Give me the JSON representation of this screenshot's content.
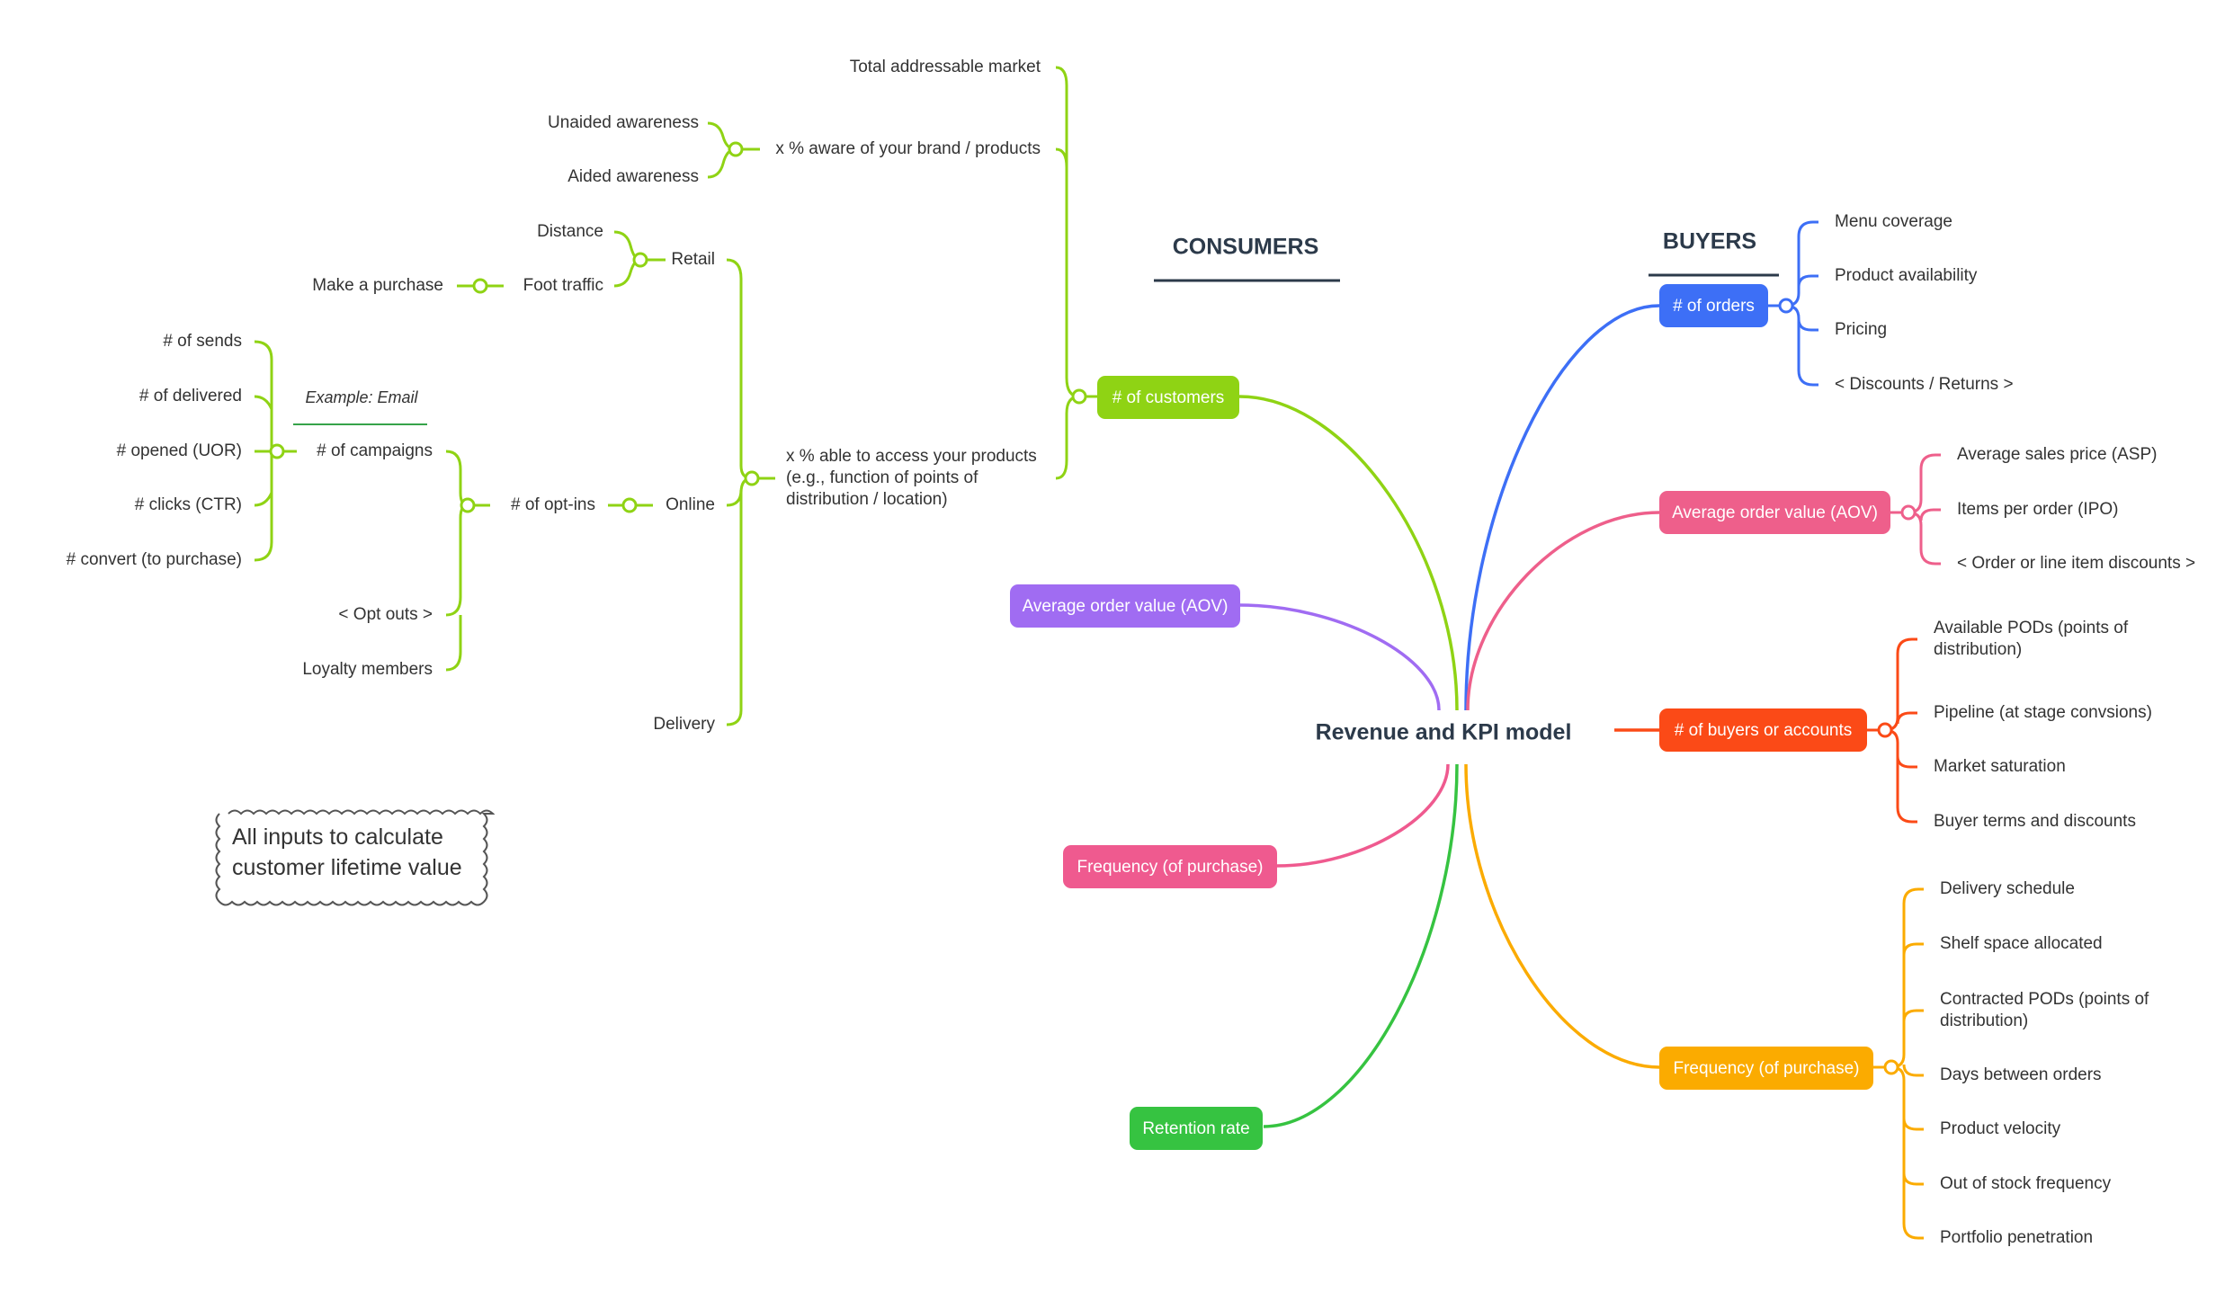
{
  "center_title": "Revenue and KPI model",
  "headers": {
    "consumers": "CONSUMERS",
    "buyers": "BUYERS"
  },
  "callout": {
    "line1": "All inputs to calculate",
    "line2": "customer lifetime value"
  },
  "example_label": "Example: Email",
  "colors": {
    "green": "#8fd314",
    "purple": "#a06cf2",
    "pink": "#ef5a8f",
    "grass": "#36c341",
    "blue": "#3d6ff6",
    "rose": "#ee5f8b",
    "red": "#fb4a17",
    "orange": "#fbab00",
    "text": "#333333"
  },
  "consumer_branches": {
    "customers": "# of customers",
    "aov": "Average order value (AOV)",
    "frequency": "Frequency (of purchase)",
    "retention": "Retention rate"
  },
  "customers_children": {
    "tam": "Total addressable market",
    "aware": "x % aware of your brand / products",
    "access": [
      "x % able to access your products",
      "(e.g., function of points of",
      "distribution / location)"
    ]
  },
  "awareness_children": [
    "Unaided awareness",
    "Aided awareness"
  ],
  "access_children": {
    "retail": "Retail",
    "online": "Online",
    "delivery": "Delivery"
  },
  "retail_children": {
    "distance": "Distance",
    "foot_traffic": "Foot traffic",
    "make_purchase": "Make a purchase"
  },
  "online_children": {
    "opt_ins": "# of opt-ins"
  },
  "optins_children": {
    "campaigns": "# of campaigns",
    "opt_outs": "< Opt outs >",
    "loyalty": "Loyalty members"
  },
  "campaign_children": [
    "# of sends",
    "# of delivered",
    "# opened (UOR)",
    "# clicks (CTR)",
    "# convert (to purchase)"
  ],
  "buyer_branches": {
    "orders": "# of orders",
    "aov": "Average order value (AOV)",
    "accounts": "# of buyers or accounts",
    "frequency": "Frequency (of purchase)"
  },
  "orders_children": [
    "Menu coverage",
    "Product availability",
    "Pricing",
    "< Discounts / Returns >"
  ],
  "aov_children": [
    "Average sales price (ASP)",
    "Items per order (IPO)",
    "< Order or line item discounts >"
  ],
  "accounts_children": [
    [
      "Available PODs (points of",
      "distribution)"
    ],
    [
      "Pipeline (at stage convsions)"
    ],
    [
      "Market saturation"
    ],
    [
      "Buyer terms and discounts"
    ]
  ],
  "frequency_children": [
    [
      "Delivery schedule"
    ],
    [
      "Shelf space allocated"
    ],
    [
      "Contracted PODs (points of",
      "distribution)"
    ],
    [
      "Days between orders"
    ],
    [
      "Product velocity"
    ],
    [
      "Out of stock frequency"
    ],
    [
      "Portfolio penetration"
    ]
  ]
}
